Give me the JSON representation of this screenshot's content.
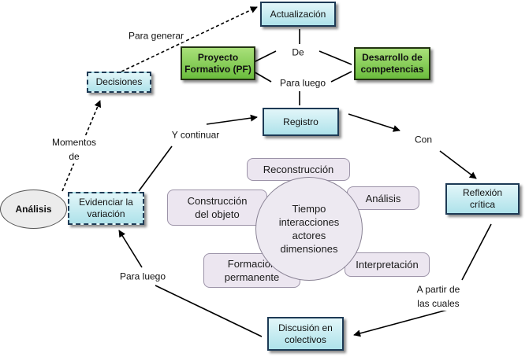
{
  "nodes": {
    "actualizacion": "Actualización",
    "proyecto_formativo": "Proyecto\nFormativo (PF)",
    "desarrollo_competencias": "Desarrollo de\ncompetencias",
    "decisiones": "Decisiones",
    "registro": "Registro",
    "evidenciar": "Evidenciar la\nvariación",
    "analisis_main": "Análisis",
    "reflexion": "Reflexión\ncrítica",
    "discusion": "Discusión en\ncolectivos",
    "center": "Tiempo\ninteracciones\nactores\ndimensiones",
    "reconstruccion": "Reconstrucción",
    "construccion": "Construcción\ndel objeto",
    "analisis_pill": "Análisis",
    "formacion": "Formación\npermanente",
    "interpretacion": "Interpretación"
  },
  "labels": {
    "para_generar": "Para generar",
    "de": "De",
    "para_luego_top": "Para luego",
    "momentos_de": "Momentos\nde",
    "y_continuar": "Y continuar",
    "con": "Con",
    "a_partir": "A partir de\nlas cuales",
    "para_luego_left": "Para luego"
  },
  "colors": {
    "blue_fill": "#aee2ea",
    "blue_border": "#1d3a55",
    "green_fill": "#6bbd3d",
    "pill_fill": "#ece6f0",
    "ellipse_fill": "#ede9f1"
  }
}
